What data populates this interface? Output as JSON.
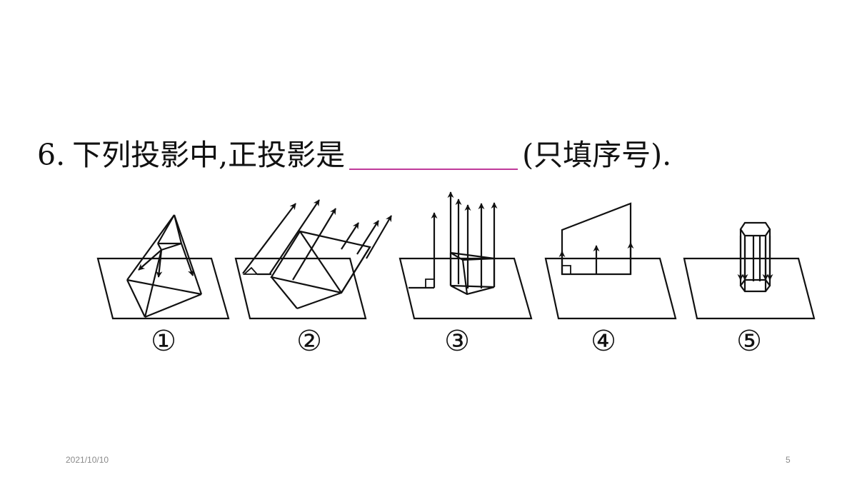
{
  "question": {
    "number": "6.",
    "text_before": "下列投影中,正投影是",
    "text_after": "(只填序号).",
    "blank_color": "#c0399a"
  },
  "figures": [
    {
      "label": "①"
    },
    {
      "label": "②"
    },
    {
      "label": "③"
    },
    {
      "label": "④"
    },
    {
      "label": "⑤"
    }
  ],
  "footer": {
    "date": "2021/10/10",
    "page": "5"
  }
}
